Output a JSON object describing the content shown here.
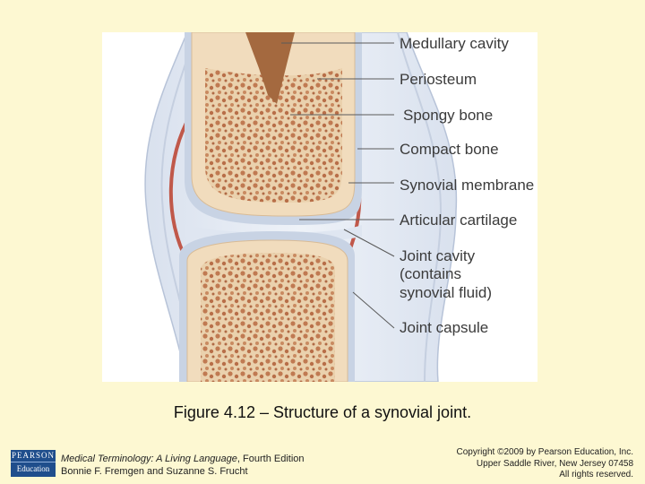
{
  "figure": {
    "labels": [
      "Medullary cavity",
      "Periosteum",
      "Spongy bone",
      "Compact bone",
      "Synovial membrane",
      "Articular cartilage",
      "Joint cavity",
      "(contains",
      "synovial fluid)",
      "Joint capsule"
    ],
    "caption": "Figure 4.12 – Structure of a synovial joint."
  },
  "footer": {
    "book_title": "Medical Terminology: A Living Language",
    "edition": ", Fourth Edition",
    "authors": "Bonnie F. Fremgen and Suzanne S. Frucht",
    "copyright_line1": "Copyright ©2009 by Pearson Education, Inc.",
    "copyright_line2": "Upper Saddle River, New Jersey 07458",
    "copyright_line3": "All rights reserved."
  },
  "logo": {
    "line1": "PEARSON",
    "line2": "Education"
  },
  "colors": {
    "background": "#fdf8d2",
    "bone": "#f1dcbd",
    "spongy": "#c9855a",
    "cartilage": "#c8d3e4",
    "synovial_membrane": "#c0584a"
  }
}
